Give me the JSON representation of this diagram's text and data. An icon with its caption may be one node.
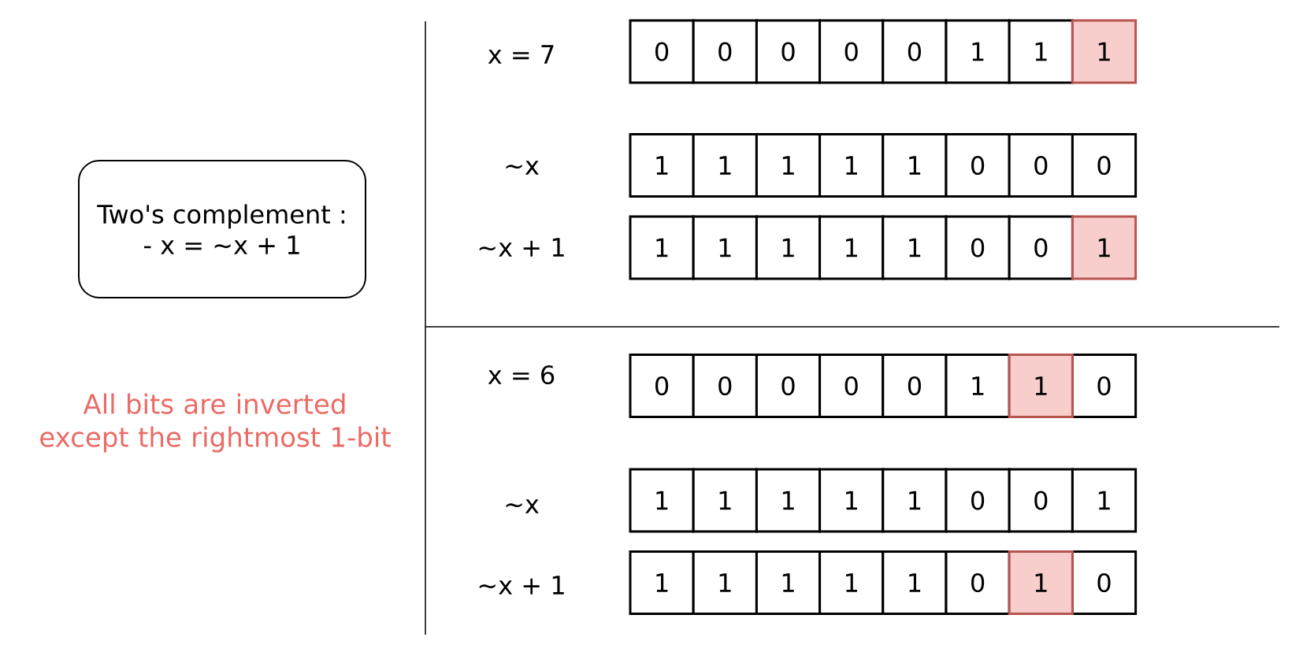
{
  "diagram": {
    "nodes": [
      {
        "text": [
          "Two's complement :",
          "- x = ~x + 1"
        ]
      },
      {
        "text": [
          "0"
        ]
      },
      {
        "text": [
          "0"
        ]
      },
      {
        "text": [
          "0"
        ]
      },
      {
        "text": [
          "0"
        ]
      },
      {
        "text": [
          "0"
        ]
      },
      {
        "text": [
          "1"
        ]
      },
      {
        "text": [
          "1"
        ]
      },
      {
        "text": [
          "1"
        ]
      },
      {
        "text": [
          "1"
        ]
      },
      {
        "text": [
          "1"
        ]
      },
      {
        "text": [
          "1"
        ]
      },
      {
        "text": [
          "1"
        ]
      },
      {
        "text": [
          "1"
        ]
      },
      {
        "text": [
          "0"
        ]
      },
      {
        "text": [
          "0"
        ]
      },
      {
        "text": [
          "0"
        ]
      },
      {
        "text": [
          "1"
        ]
      },
      {
        "text": [
          "1"
        ]
      },
      {
        "text": [
          "1"
        ]
      },
      {
        "text": [
          "1"
        ]
      },
      {
        "text": [
          "1"
        ]
      },
      {
        "text": [
          "0"
        ]
      },
      {
        "text": [
          "0"
        ]
      },
      {
        "text": [
          "1"
        ]
      },
      {
        "text": [
          "0"
        ]
      },
      {
        "text": [
          "0"
        ]
      },
      {
        "text": [
          "0"
        ]
      },
      {
        "text": [
          "0"
        ]
      },
      {
        "text": [
          "0"
        ]
      },
      {
        "text": [
          "1"
        ]
      },
      {
        "text": [
          "1"
        ]
      },
      {
        "text": [
          "0"
        ]
      },
      {
        "text": [
          "1"
        ]
      },
      {
        "text": [
          "1"
        ]
      },
      {
        "text": [
          "1"
        ]
      },
      {
        "text": [
          "1"
        ]
      },
      {
        "text": [
          "1"
        ]
      },
      {
        "text": [
          "0"
        ]
      },
      {
        "text": [
          "0"
        ]
      },
      {
        "text": [
          "1"
        ]
      },
      {
        "text": [
          "1"
        ]
      },
      {
        "text": [
          "1"
        ]
      },
      {
        "text": [
          "1"
        ]
      },
      {
        "text": [
          "1"
        ]
      },
      {
        "text": [
          "1"
        ]
      },
      {
        "text": [
          "0"
        ]
      },
      {
        "text": [
          "1"
        ]
      },
      {
        "text": [
          "0"
        ]
      }
    ],
    "labels": [
      "All bits are inverted except the rightmost 1-bit",
      "x = 7",
      "~x",
      "~x + 1",
      "x = 6",
      "~x",
      "~x + 1"
    ]
  }
}
